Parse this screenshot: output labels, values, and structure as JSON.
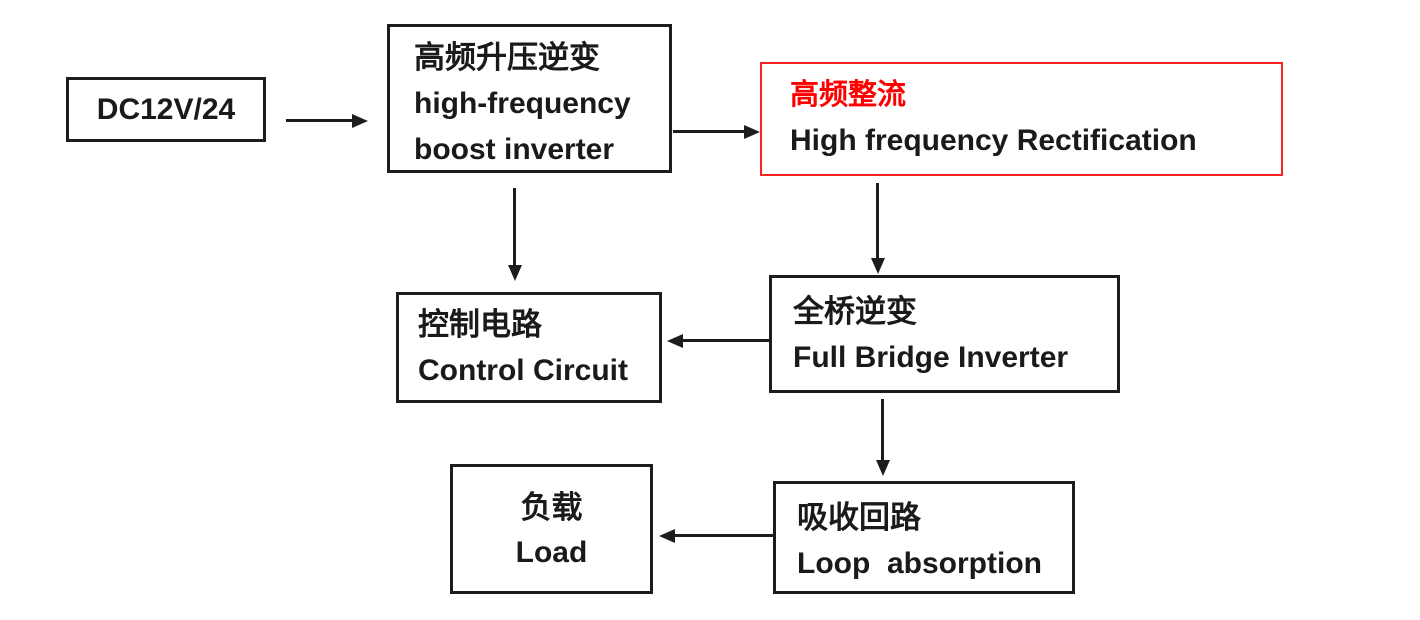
{
  "diagram_type": "flowchart",
  "colors": {
    "bg": "#ffffff",
    "box_border": "#1c1c1c",
    "text": "#1a1a1a",
    "highlight_border": "#fb2222",
    "highlight_text": "#fe0000",
    "arrow": "#1d1d1d"
  },
  "nodes": {
    "dc": {
      "label": "DC12V/24"
    },
    "boost": {
      "zh": "高频升压逆变",
      "en1": "high-frequency",
      "en2": "boost inverter"
    },
    "rectification": {
      "zh": "高频整流",
      "en": "High frequency Rectification",
      "highlighted": true
    },
    "control": {
      "zh": "控制电路",
      "en": "Control Circuit"
    },
    "full_bridge": {
      "zh": "全桥逆变",
      "en": "Full Bridge Inverter"
    },
    "load": {
      "zh": "负载",
      "en": "Load"
    },
    "absorption": {
      "zh": "吸收回路",
      "en": "Loop  absorption"
    }
  },
  "edges": [
    {
      "from": "dc",
      "to": "boost",
      "direction": "right"
    },
    {
      "from": "boost",
      "to": "rectification",
      "direction": "right"
    },
    {
      "from": "boost",
      "to": "control",
      "direction": "down"
    },
    {
      "from": "rectification",
      "to": "full_bridge",
      "direction": "down"
    },
    {
      "from": "full_bridge",
      "to": "control",
      "direction": "left"
    },
    {
      "from": "full_bridge",
      "to": "absorption",
      "direction": "down"
    },
    {
      "from": "absorption",
      "to": "load",
      "direction": "left"
    }
  ]
}
